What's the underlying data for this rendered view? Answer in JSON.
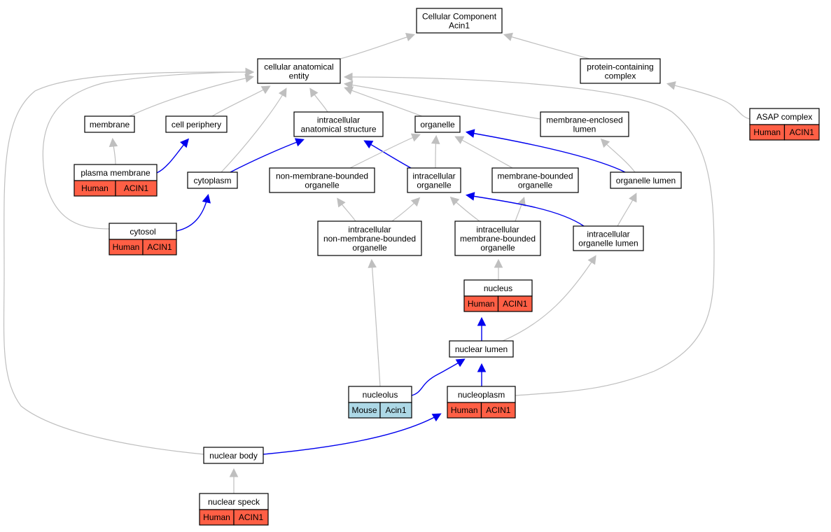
{
  "colors": {
    "edge_isa": "#bfbfbf",
    "edge_partof": "#0000ee",
    "human_fill": "#ff5f45",
    "mouse_fill": "#add8e6"
  },
  "nodes": [
    {
      "id": "cellular-component",
      "lines": [
        "Cellular Component",
        "Acin1"
      ]
    },
    {
      "id": "cellular-anatomical-entity",
      "lines": [
        "cellular anatomical",
        "entity"
      ]
    },
    {
      "id": "protein-containing-complex",
      "lines": [
        "protein-containing",
        "complex"
      ]
    },
    {
      "id": "membrane",
      "lines": [
        "membrane"
      ]
    },
    {
      "id": "cell-periphery",
      "lines": [
        "cell periphery"
      ]
    },
    {
      "id": "intracellular-anatomical-structure",
      "lines": [
        "intracellular",
        "anatomical structure"
      ]
    },
    {
      "id": "organelle",
      "lines": [
        "organelle"
      ]
    },
    {
      "id": "membrane-enclosed-lumen",
      "lines": [
        "membrane-enclosed",
        "lumen"
      ]
    },
    {
      "id": "asap-complex",
      "lines": [
        "ASAP complex"
      ],
      "annot": [
        {
          "species": "Human",
          "gene": "ACIN1"
        }
      ]
    },
    {
      "id": "plasma-membrane",
      "lines": [
        "plasma membrane"
      ],
      "annot": [
        {
          "species": "Human",
          "gene": "ACIN1"
        }
      ]
    },
    {
      "id": "cytoplasm",
      "lines": [
        "cytoplasm"
      ]
    },
    {
      "id": "non-membrane-bounded-organelle",
      "lines": [
        "non-membrane-bounded",
        "organelle"
      ]
    },
    {
      "id": "intracellular-organelle",
      "lines": [
        "intracellular",
        "organelle"
      ]
    },
    {
      "id": "membrane-bounded-organelle",
      "lines": [
        "membrane-bounded",
        "organelle"
      ]
    },
    {
      "id": "organelle-lumen",
      "lines": [
        "organelle lumen"
      ]
    },
    {
      "id": "cytosol",
      "lines": [
        "cytosol"
      ],
      "annot": [
        {
          "species": "Human",
          "gene": "ACIN1"
        }
      ]
    },
    {
      "id": "intracellular-non-membrane-bounded-organelle",
      "lines": [
        "intracellular",
        "non-membrane-bounded",
        "organelle"
      ]
    },
    {
      "id": "intracellular-membrane-bounded-organelle",
      "lines": [
        "intracellular",
        "membrane-bounded",
        "organelle"
      ]
    },
    {
      "id": "intracellular-organelle-lumen",
      "lines": [
        "intracellular",
        "organelle lumen"
      ]
    },
    {
      "id": "nucleus",
      "lines": [
        "nucleus"
      ],
      "annot": [
        {
          "species": "Human",
          "gene": "ACIN1"
        }
      ]
    },
    {
      "id": "nuclear-lumen",
      "lines": [
        "nuclear lumen"
      ]
    },
    {
      "id": "nucleolus",
      "lines": [
        "nucleolus"
      ],
      "annot": [
        {
          "species": "Mouse",
          "gene": "Acin1"
        }
      ]
    },
    {
      "id": "nucleoplasm",
      "lines": [
        "nucleoplasm"
      ],
      "annot": [
        {
          "species": "Human",
          "gene": "ACIN1"
        }
      ]
    },
    {
      "id": "nuclear-body",
      "lines": [
        "nuclear body"
      ]
    },
    {
      "id": "nuclear-speck",
      "lines": [
        "nuclear speck"
      ],
      "annot": [
        {
          "species": "Human",
          "gene": "ACIN1"
        }
      ]
    }
  ],
  "edges": [
    {
      "from": "cellular-anatomical-entity",
      "to": "cellular-component",
      "type": "is_a"
    },
    {
      "from": "protein-containing-complex",
      "to": "cellular-component",
      "type": "is_a"
    },
    {
      "from": "asap-complex",
      "to": "protein-containing-complex",
      "type": "is_a"
    },
    {
      "from": "membrane",
      "to": "cellular-anatomical-entity",
      "type": "is_a"
    },
    {
      "from": "cell-periphery",
      "to": "cellular-anatomical-entity",
      "type": "is_a"
    },
    {
      "from": "cytoplasm",
      "to": "cellular-anatomical-entity",
      "type": "is_a"
    },
    {
      "from": "intracellular-anatomical-structure",
      "to": "cellular-anatomical-entity",
      "type": "is_a"
    },
    {
      "from": "organelle",
      "to": "cellular-anatomical-entity",
      "type": "is_a"
    },
    {
      "from": "membrane-enclosed-lumen",
      "to": "cellular-anatomical-entity",
      "type": "is_a"
    },
    {
      "from": "cytosol",
      "to": "cellular-anatomical-entity",
      "type": "is_a"
    },
    {
      "from": "nuclear-body",
      "to": "cellular-anatomical-entity",
      "type": "is_a"
    },
    {
      "from": "nucleoplasm",
      "to": "cellular-anatomical-entity",
      "type": "is_a"
    },
    {
      "from": "plasma-membrane",
      "to": "membrane",
      "type": "is_a"
    },
    {
      "from": "plasma-membrane",
      "to": "cell-periphery",
      "type": "part_of"
    },
    {
      "from": "cytoplasm",
      "to": "intracellular-anatomical-structure",
      "type": "part_of"
    },
    {
      "from": "intracellular-organelle",
      "to": "intracellular-anatomical-structure",
      "type": "part_of"
    },
    {
      "from": "non-membrane-bounded-organelle",
      "to": "organelle",
      "type": "is_a"
    },
    {
      "from": "intracellular-organelle",
      "to": "organelle",
      "type": "is_a"
    },
    {
      "from": "membrane-bounded-organelle",
      "to": "organelle",
      "type": "is_a"
    },
    {
      "from": "organelle-lumen",
      "to": "organelle",
      "type": "part_of"
    },
    {
      "from": "organelle-lumen",
      "to": "membrane-enclosed-lumen",
      "type": "is_a"
    },
    {
      "from": "cytosol",
      "to": "cytoplasm",
      "type": "part_of"
    },
    {
      "from": "intracellular-non-membrane-bounded-organelle",
      "to": "non-membrane-bounded-organelle",
      "type": "is_a"
    },
    {
      "from": "intracellular-non-membrane-bounded-organelle",
      "to": "intracellular-organelle",
      "type": "is_a"
    },
    {
      "from": "intracellular-membrane-bounded-organelle",
      "to": "intracellular-organelle",
      "type": "is_a"
    },
    {
      "from": "intracellular-membrane-bounded-organelle",
      "to": "membrane-bounded-organelle",
      "type": "is_a"
    },
    {
      "from": "intracellular-organelle-lumen",
      "to": "intracellular-organelle",
      "type": "part_of"
    },
    {
      "from": "intracellular-organelle-lumen",
      "to": "organelle-lumen",
      "type": "is_a"
    },
    {
      "from": "nucleus",
      "to": "intracellular-membrane-bounded-organelle",
      "type": "is_a"
    },
    {
      "from": "nuclear-lumen",
      "to": "nucleus",
      "type": "part_of"
    },
    {
      "from": "nuclear-lumen",
      "to": "intracellular-organelle-lumen",
      "type": "is_a"
    },
    {
      "from": "nucleolus",
      "to": "intracellular-non-membrane-bounded-organelle",
      "type": "is_a"
    },
    {
      "from": "nucleolus",
      "to": "nuclear-lumen",
      "type": "part_of"
    },
    {
      "from": "nucleoplasm",
      "to": "nuclear-lumen",
      "type": "part_of"
    },
    {
      "from": "nuclear-body",
      "to": "nucleoplasm",
      "type": "part_of"
    },
    {
      "from": "nuclear-speck",
      "to": "nuclear-body",
      "type": "is_a"
    }
  ]
}
